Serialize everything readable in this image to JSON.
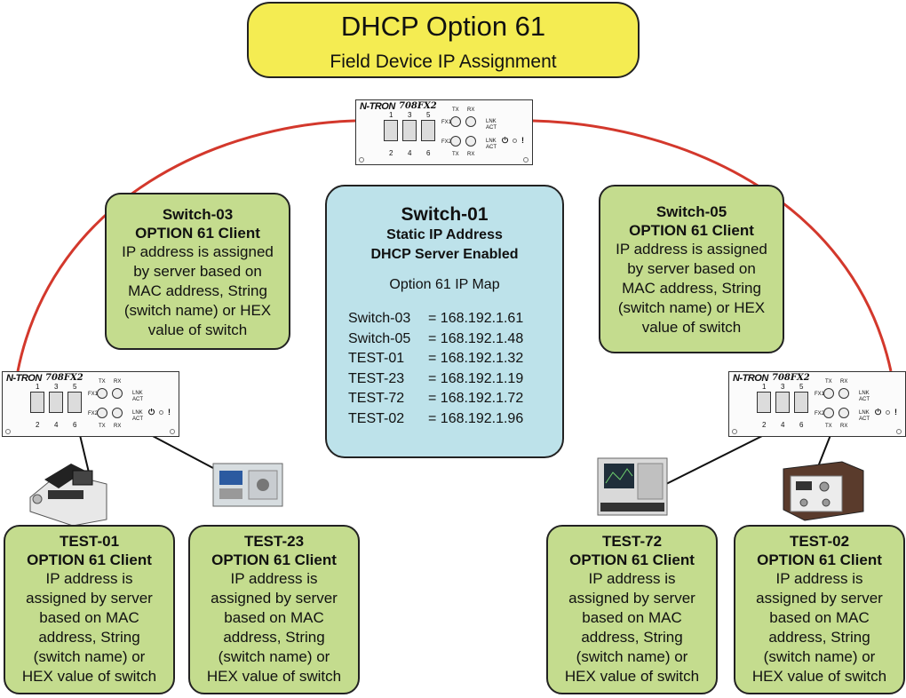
{
  "title": {
    "main": "DHCP Option 61",
    "sub": "Field Device IP Assignment"
  },
  "switch_hw": {
    "logo": "N-TRON",
    "model": "708FX2",
    "ports_top": [
      "1",
      "3",
      "5"
    ],
    "ports_bottom": [
      "2",
      "4",
      "6"
    ],
    "fx1": "FX1",
    "fx2": "FX2",
    "tx": "TX",
    "rx": "RX",
    "lnk": "LNK",
    "act": "ACT"
  },
  "central": {
    "name": "Switch-01",
    "line1": "Static IP Address",
    "line2": "DHCP Server Enabled",
    "map_title": "Option 61 IP Map",
    "map": [
      {
        "device": "Switch-03",
        "ip": "= 168.192.1.61"
      },
      {
        "device": "Switch-05",
        "ip": "= 168.192.1.48"
      },
      {
        "device": "TEST-01",
        "ip": "= 168.192.1.32"
      },
      {
        "device": "TEST-23",
        "ip": "= 168.192.1.19"
      },
      {
        "device": "TEST-72",
        "ip": "= 168.192.1.72"
      },
      {
        "device": "TEST-02",
        "ip": "= 168.192.1.96"
      }
    ]
  },
  "switch03": {
    "name": "Switch-03",
    "role": "OPTION 61 Client",
    "desc": [
      "IP address is assigned",
      "by server based on",
      "MAC address, String",
      "(switch name) or HEX",
      "value of switch"
    ]
  },
  "switch05": {
    "name": "Switch-05",
    "role": "OPTION 61 Client",
    "desc": [
      "IP address is assigned",
      "by server based on",
      "MAC address, String",
      "(switch name) or HEX",
      "value of switch"
    ]
  },
  "test01": {
    "name": "TEST-01",
    "role": "OPTION 61 Client",
    "desc": [
      "IP address is",
      "assigned by server",
      "based on  MAC",
      "address, String",
      "(switch name) or",
      "HEX value of switch"
    ]
  },
  "test23": {
    "name": "TEST-23",
    "role": "OPTION 61 Client",
    "desc": [
      "IP address is",
      "assigned by server",
      "based on  MAC",
      "address, String",
      "(switch name) or",
      "HEX value of switch"
    ]
  },
  "test72": {
    "name": "TEST-72",
    "role": "OPTION 61 Client",
    "desc": [
      "IP address is",
      "assigned by server",
      "based on  MAC",
      "address, String",
      "(switch name) or",
      "HEX value of switch"
    ]
  },
  "test02": {
    "name": "TEST-02",
    "role": "OPTION 61 Client",
    "desc": [
      "IP address is",
      "assigned by server",
      "based on  MAC",
      "address, String",
      "(switch name) or",
      "HEX value of switch"
    ]
  },
  "colors": {
    "ring": "#d3382c",
    "client_box": "#c4dc8e",
    "server_box": "#bde2ea",
    "title_box": "#f4ec52"
  }
}
